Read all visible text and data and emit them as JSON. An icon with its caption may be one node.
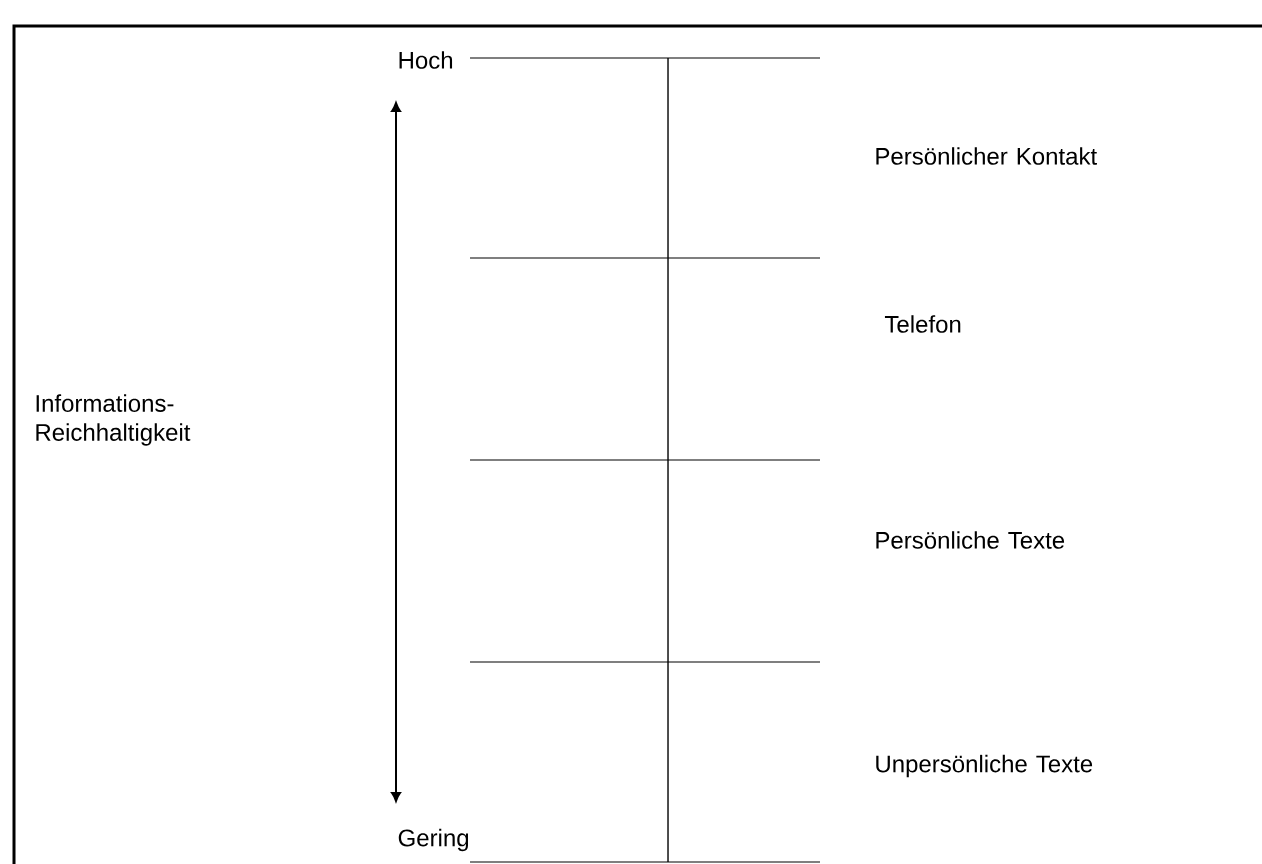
{
  "diagram": {
    "labels": [
      "Hoch",
      "Persönlicher Kontakt",
      "Telefon",
      "Informations- Reichhaltigkeit",
      "Persönliche Texte",
      "Unpersönliche Texte",
      "Gering"
    ]
  }
}
